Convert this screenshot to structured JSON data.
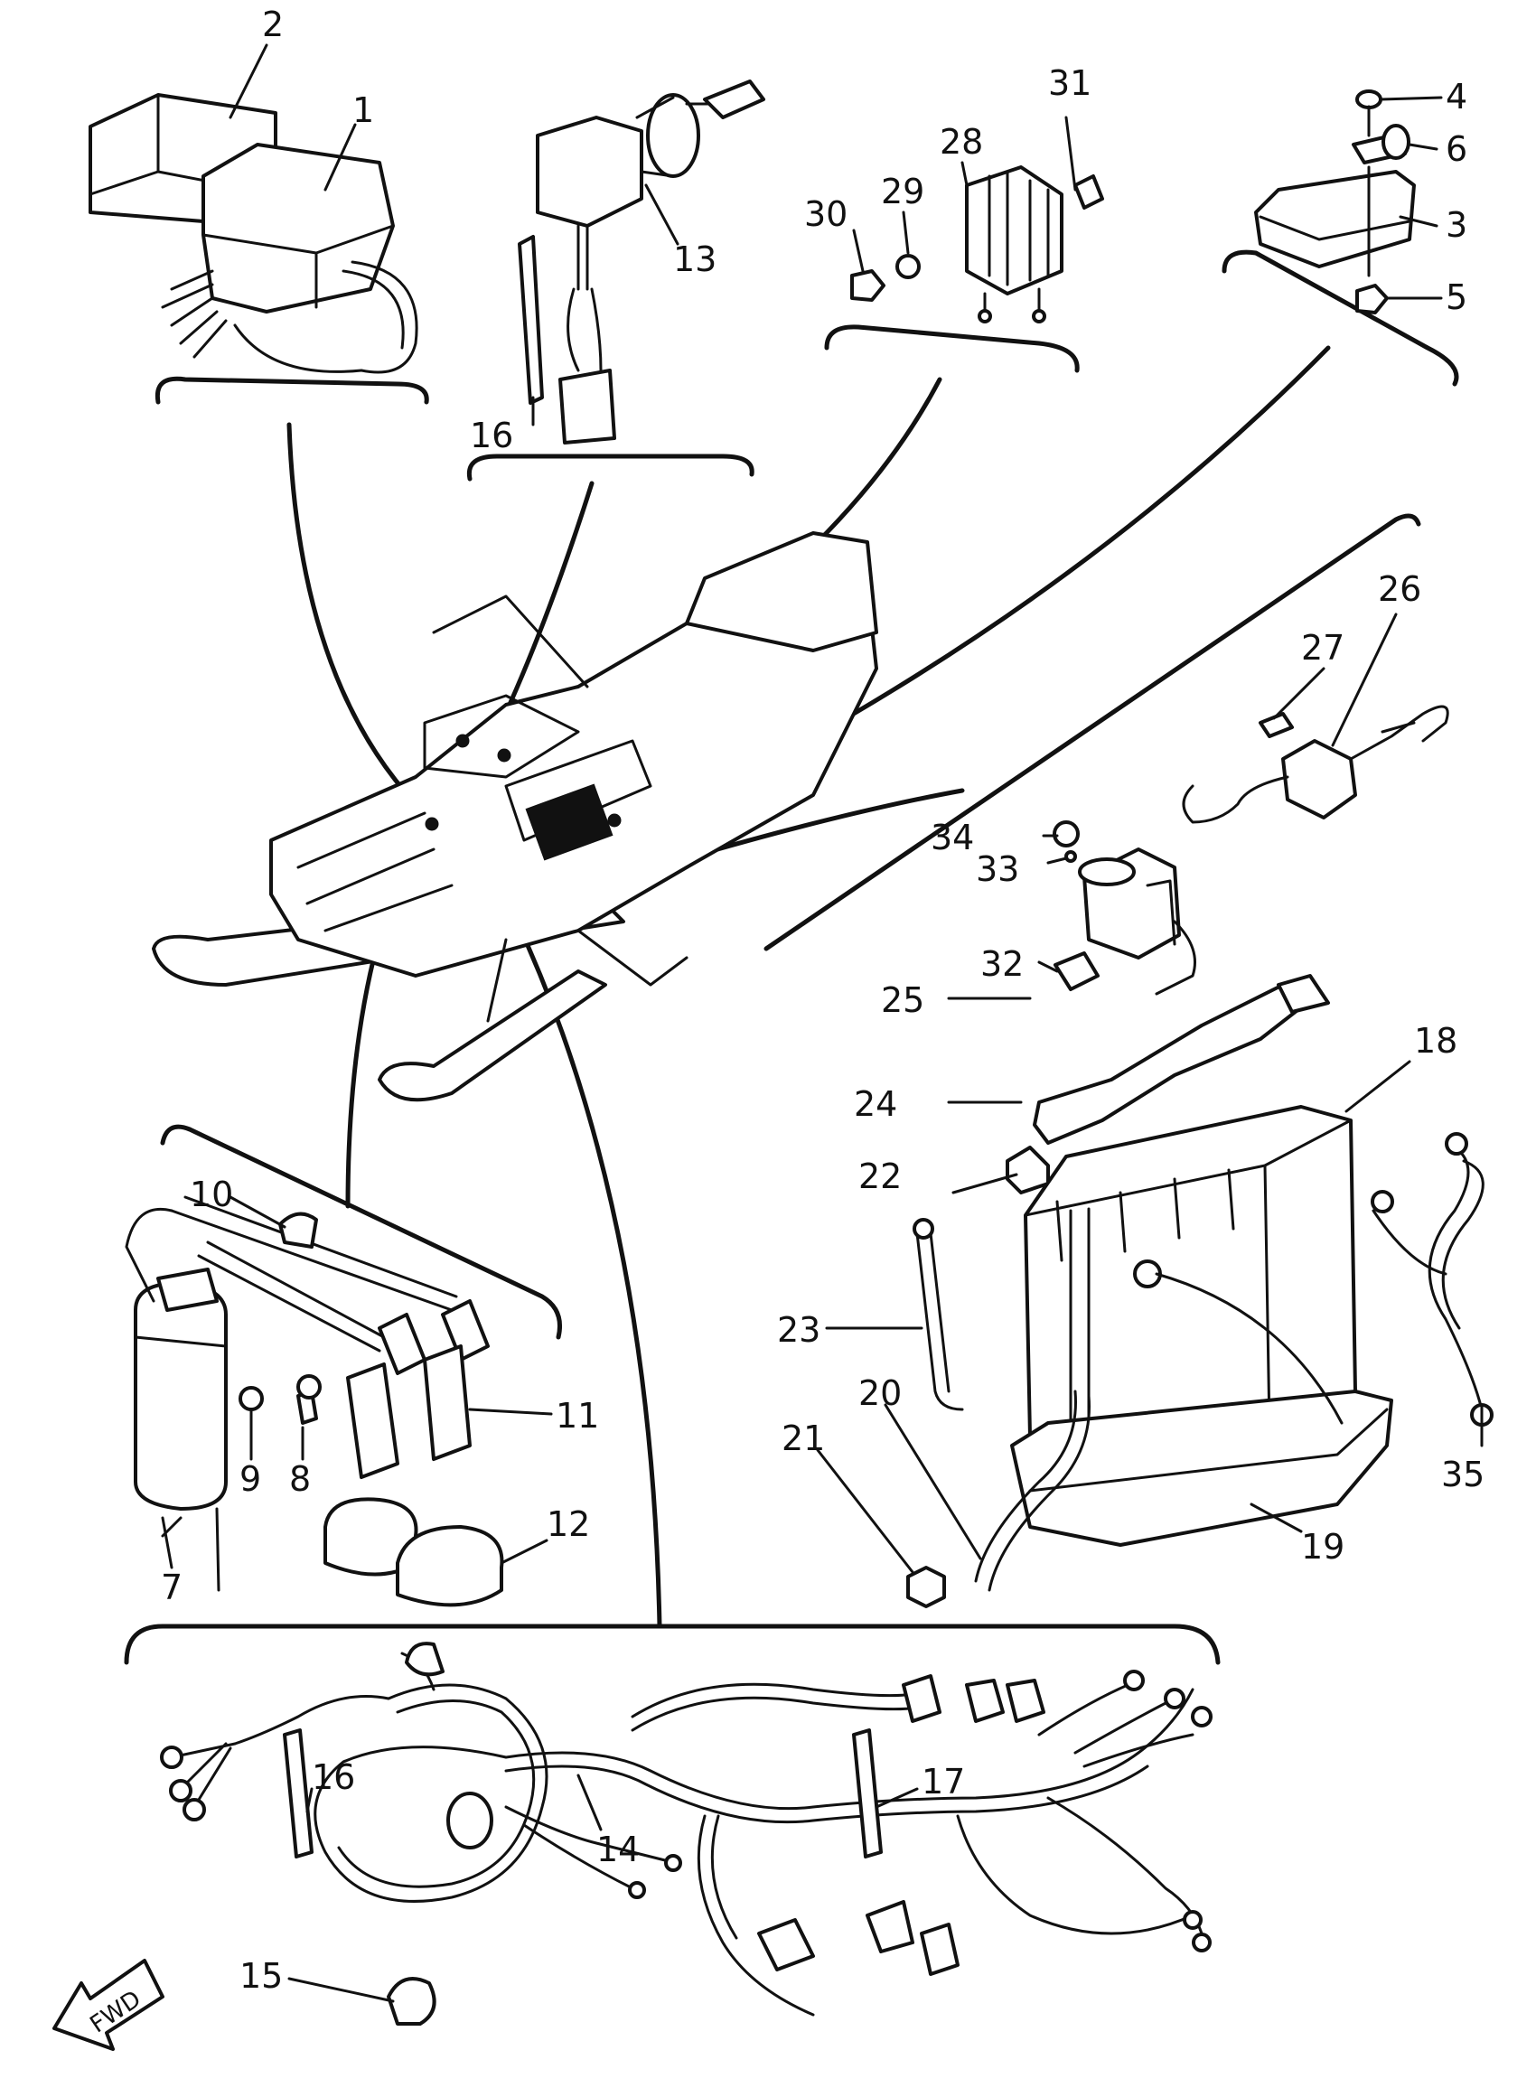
{
  "diagram": {
    "callouts": [
      "1",
      "2",
      "3",
      "4",
      "5",
      "6",
      "7",
      "8",
      "9",
      "10",
      "11",
      "12",
      "13",
      "14",
      "15",
      "16",
      "16",
      "17",
      "18",
      "19",
      "20",
      "21",
      "22",
      "23",
      "24",
      "25",
      "26",
      "27",
      "28",
      "29",
      "30",
      "31",
      "32",
      "33",
      "34",
      "35"
    ],
    "fwd_mark": "FWD"
  }
}
